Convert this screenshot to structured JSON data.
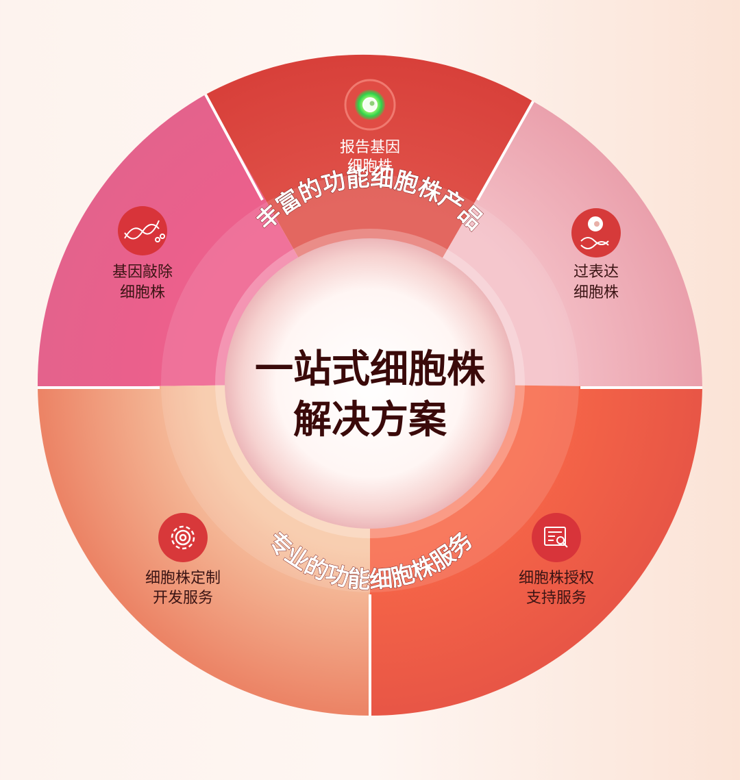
{
  "center": {
    "line1": "一站式细胞株",
    "line2": "解决方案"
  },
  "arcs": {
    "top": "丰富的功能细胞株产品",
    "bottom": "专业的功能细胞株服务"
  },
  "segments": [
    {
      "id": "reporter",
      "line1": "报告基因",
      "line2": "细胞株",
      "icon": "glowing-cell-icon",
      "color": "#d9463f"
    },
    {
      "id": "overexpression",
      "line1": "过表达",
      "line2": "细胞株",
      "icon": "cell-dna-icon",
      "color": "#eeaab5"
    },
    {
      "id": "knockout",
      "line1": "基因敲除",
      "line2": "细胞株",
      "icon": "dna-scissors-icon",
      "color": "#e6628d"
    },
    {
      "id": "custom",
      "line1": "细胞株定制",
      "line2": "开发服务",
      "icon": "gear-icon",
      "color": "#f4b28c"
    },
    {
      "id": "license",
      "line1": "细胞株授权",
      "line2": "支持服务",
      "icon": "document-search-icon",
      "color": "#ee6a55"
    }
  ]
}
